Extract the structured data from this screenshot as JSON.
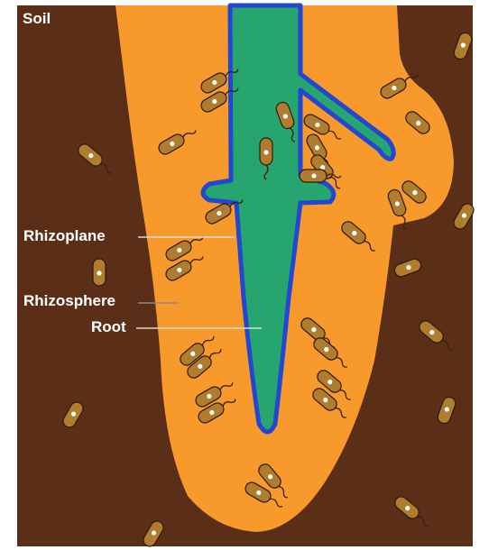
{
  "labels": {
    "soil": "Soil",
    "rhizoplane": "Rhizoplane",
    "rhizosphere": "Rhizosphere",
    "root": "Root"
  },
  "colors": {
    "soil": "#5a2e17",
    "rhizosphere": "#f79a2b",
    "root_fill": "#26a66e",
    "root_outline": "#2346d3",
    "bacterium_body": "#b07c2e",
    "bacterium_spot": "#ffffff",
    "leader_line": "#d9d9d9",
    "page": "#ffffff"
  },
  "icons": {
    "bacterium": "rod-shaped-bacterium-icon"
  }
}
